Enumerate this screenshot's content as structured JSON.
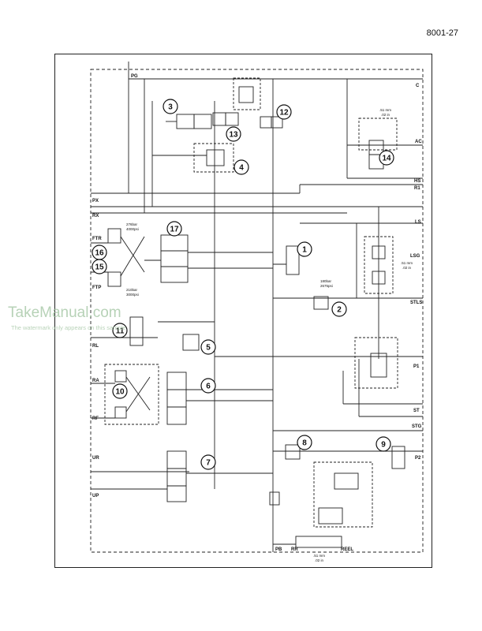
{
  "page": {
    "number": "8001-27"
  },
  "watermark": {
    "brand": "TakeManual.com",
    "note": "The watermark only appears on this sample"
  },
  "ports": {
    "pg": "PG",
    "c": "C",
    "ac": "AC",
    "hs": "HS",
    "r1": "R1",
    "px": "PX",
    "rx": "RX",
    "ls": "LS",
    "ftr": "FTR",
    "lsg": "LSG",
    "ftp": "FTP",
    "stls": "STLS",
    "rl": "RL",
    "p1": "P1",
    "ra": "RA",
    "rf": "RF",
    "st": "ST",
    "stg": "STG",
    "ur": "UR",
    "p2": "P2",
    "up": "UP",
    "pb": "PB",
    "rr": "RR",
    "reel": "REEL"
  },
  "annotations": {
    "orifice_top_mm": ".51 mm",
    "orifice_top_in": ".02 in",
    "orifice_mid_mm": ".51 mm",
    "orifice_mid_in": ".02 in",
    "orifice_bot_mm": ".51 mm",
    "orifice_bot_in": ".02 in",
    "relief_ftr_bar": "276bar",
    "relief_ftr_psi": "4000psi",
    "relief_ftp_bar": "210bar",
    "relief_ftp_psi": "3000psi",
    "relief_2_bar": "180bar",
    "relief_2_psi": "2675psi"
  },
  "callouts": [
    "1",
    "2",
    "3",
    "4",
    "5",
    "6",
    "7",
    "8",
    "9",
    "10",
    "11",
    "12",
    "13",
    "14",
    "15",
    "16",
    "17"
  ]
}
